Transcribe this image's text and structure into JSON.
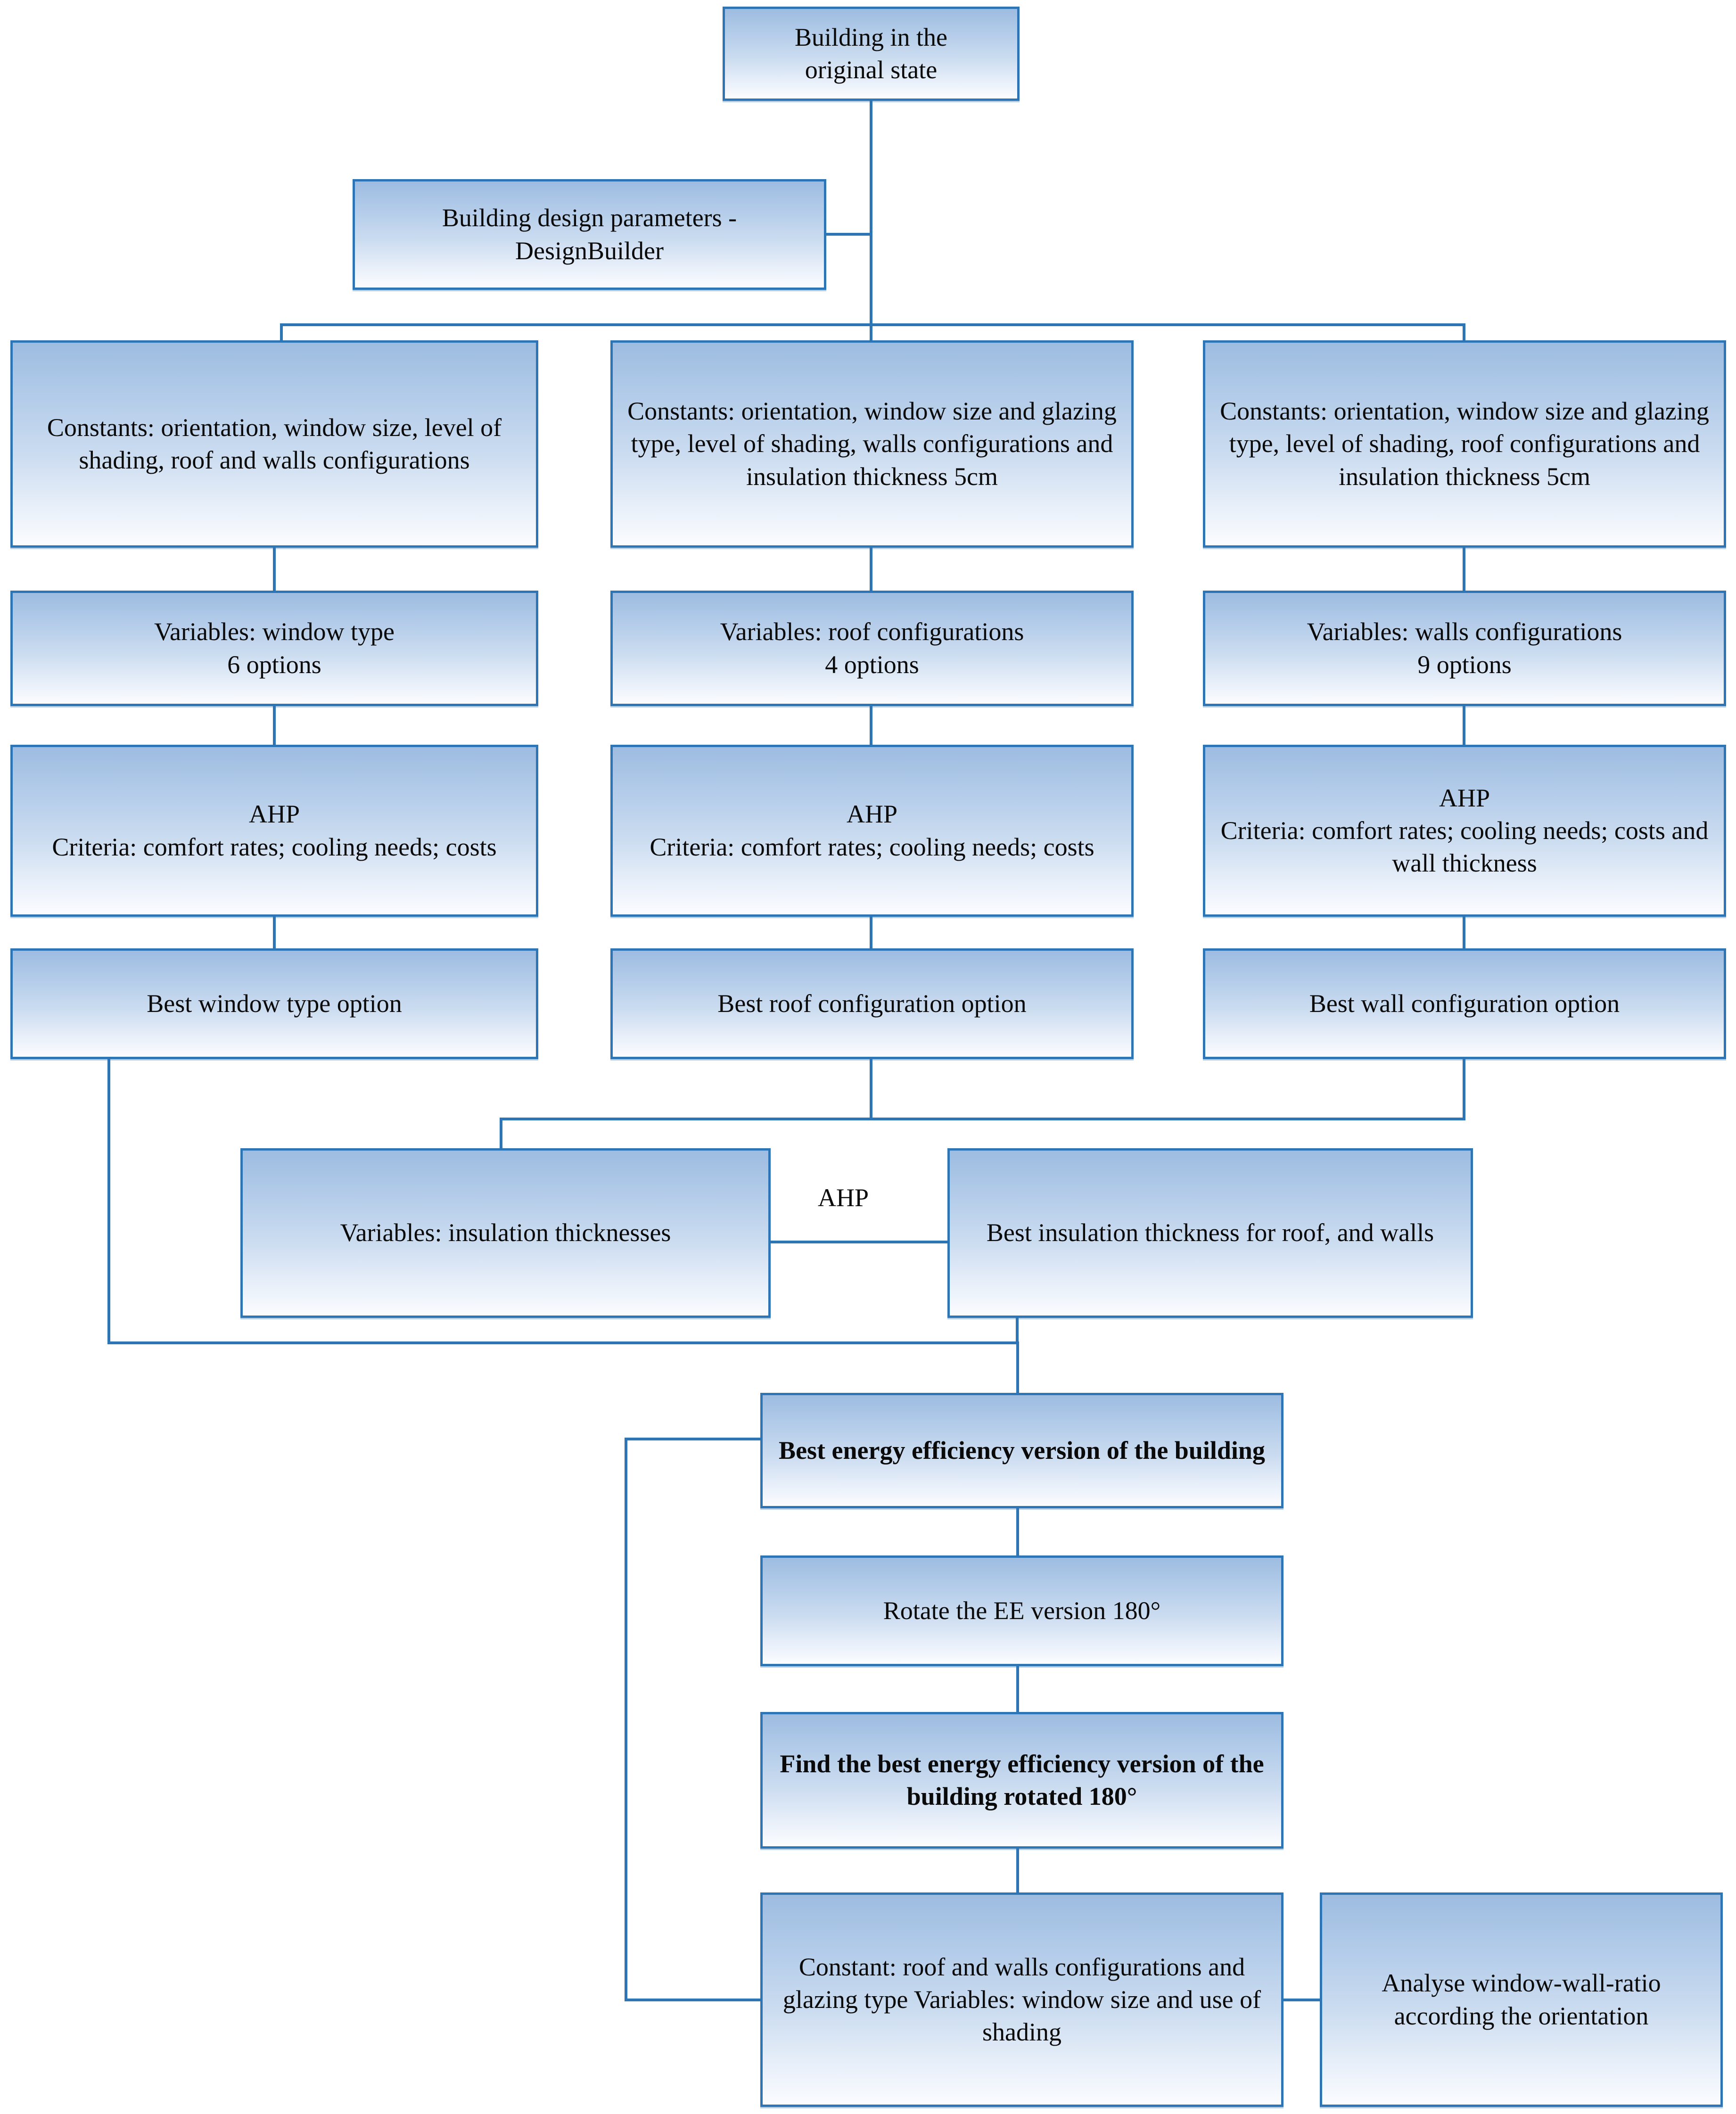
{
  "diagram": {
    "title": "Building energy efficiency optimisation methodology flowchart",
    "accent_color": "#2E75B6",
    "box_fill_top": "#9DBCE0",
    "box_fill_bottom": "#FBFCFE",
    "text_color": "#0A0A0A"
  },
  "nodes": {
    "root": "Building in the\noriginal state",
    "design_params": "Building design parameters -\nDesignBuilder",
    "constants_window": "Constants: orientation, window size, level of shading, roof and walls configurations",
    "constants_roof": "Constants: orientation, window size and glazing type, level of shading, walls configurations and insulation thickness 5cm",
    "constants_walls": "Constants: orientation, window size and glazing type, level of shading, roof configurations and insulation thickness 5cm",
    "variables_window": "Variables: window type\n6 options",
    "variables_roof": "Variables: roof configurations\n4 options",
    "variables_walls": "Variables: walls configurations\n9 options",
    "ahp_window": "AHP\nCriteria: comfort rates; cooling needs; costs",
    "ahp_roof": "AHP\nCriteria: comfort rates; cooling needs; costs",
    "ahp_walls": "AHP\nCriteria: comfort rates; cooling needs; costs and wall thickness",
    "best_window": "Best window type option",
    "best_roof": "Best roof configuration option",
    "best_wall": "Best wall configuration option",
    "variables_insulation": "Variables: insulation thicknesses",
    "ahp_insulation_label": "AHP",
    "best_insulation": "Best insulation thickness for roof, and walls",
    "best_ee": "Best energy efficiency version of the building",
    "rotate": "Rotate the EE version 180°",
    "find_best_rotated": "Find the best energy efficiency version of the building rotated 180°",
    "constant_window_size": "Constant: roof and walls configurations and glazing type Variables: window size and use of shading",
    "analyse_wwr": "Analyse window-wall-ratio according the orientation"
  }
}
